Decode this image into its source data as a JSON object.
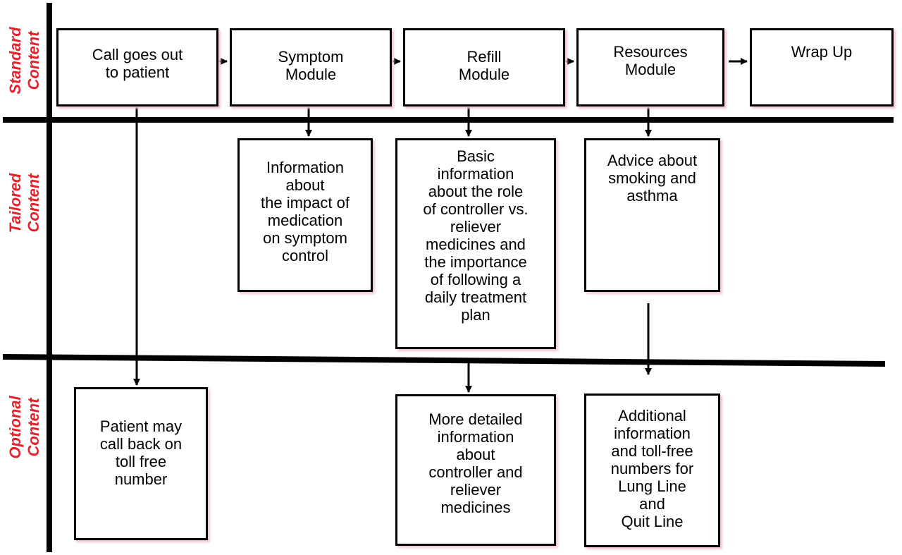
{
  "lanes": [
    {
      "line1": "Standard",
      "line2": "Content"
    },
    {
      "line1": "Tailored",
      "line2": "Content"
    },
    {
      "line1": "Optional",
      "line2": "Content"
    }
  ],
  "boxes": {
    "call_out": "Call goes out\nto patient",
    "symptom": "Symptom\nModule",
    "refill": "Refill\nModule",
    "resources": "Resources\nModule",
    "wrap_up": "Wrap Up",
    "info_impact": "Information\nabout\nthe impact of\nmedication\non symptom\ncontrol",
    "basic_info": "Basic\ninformation\nabout the role\nof controller vs.\nreliever\nmedicines and\nthe importance\nof following a\ndaily treatment\nplan",
    "advice": "Advice about\nsmoking and\nasthma",
    "call_back": "Patient may\ncall back on\ntoll free\nnumber",
    "detailed_info": "More detailed\ninformation\nabout\ncontroller and\nreliever\nmedicines",
    "additional_info": "Additional\ninformation\nand toll-free\nnumbers for\nLung Line\nand\nQuit Line"
  },
  "colors": {
    "lane_label": "#e8202a",
    "line": "#000000",
    "box_shadow": "#f2c6d8"
  }
}
